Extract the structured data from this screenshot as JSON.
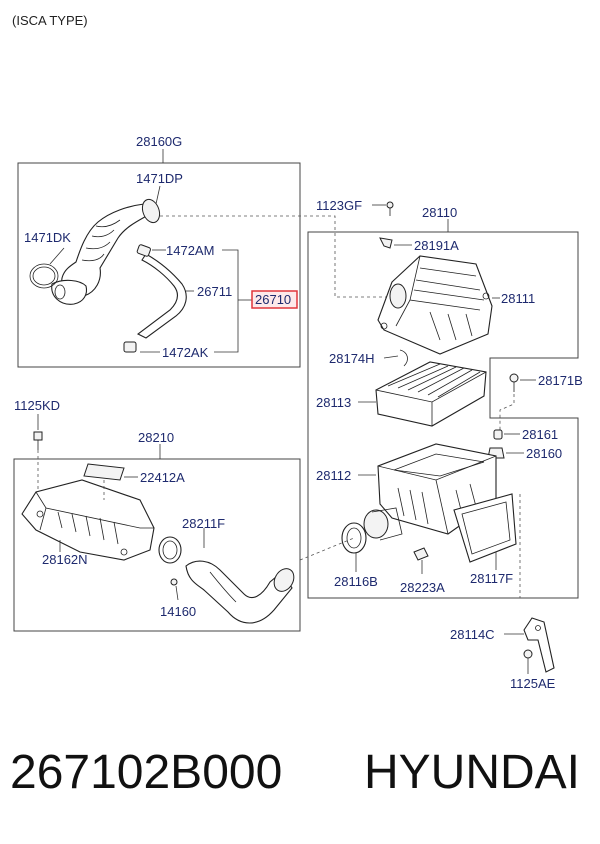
{
  "header": {
    "variant": "(ISCA TYPE)"
  },
  "labels": {
    "l28160G": "28160G",
    "l1471DP": "1471DP",
    "l1471DK": "1471DK",
    "l1472AM": "1472AM",
    "l26711": "26711",
    "l26710": "26710",
    "l1472AK": "1472AK",
    "l1123GF": "1123GF",
    "l28110": "28110",
    "l28191A": "28191A",
    "l28111": "28111",
    "l28174H": "28174H",
    "l28171B": "28171B",
    "l28113": "28113",
    "l1125KD": "1125KD",
    "l28210": "28210",
    "l28161": "28161",
    "l28160": "28160",
    "l28112": "28112",
    "l22412A": "22412A",
    "l28211F": "28211F",
    "l28162N": "28162N",
    "l28116B": "28116B",
    "l28223A": "28223A",
    "l28117F": "28117F",
    "l14160": "14160",
    "l28114C": "28114C",
    "l1125AE": "1125AE"
  },
  "highlight": {
    "color": "#e0353b",
    "fill": "#fde9ea"
  },
  "caption": {
    "part_number": "267102B000",
    "brand": "HYUNDAI"
  }
}
